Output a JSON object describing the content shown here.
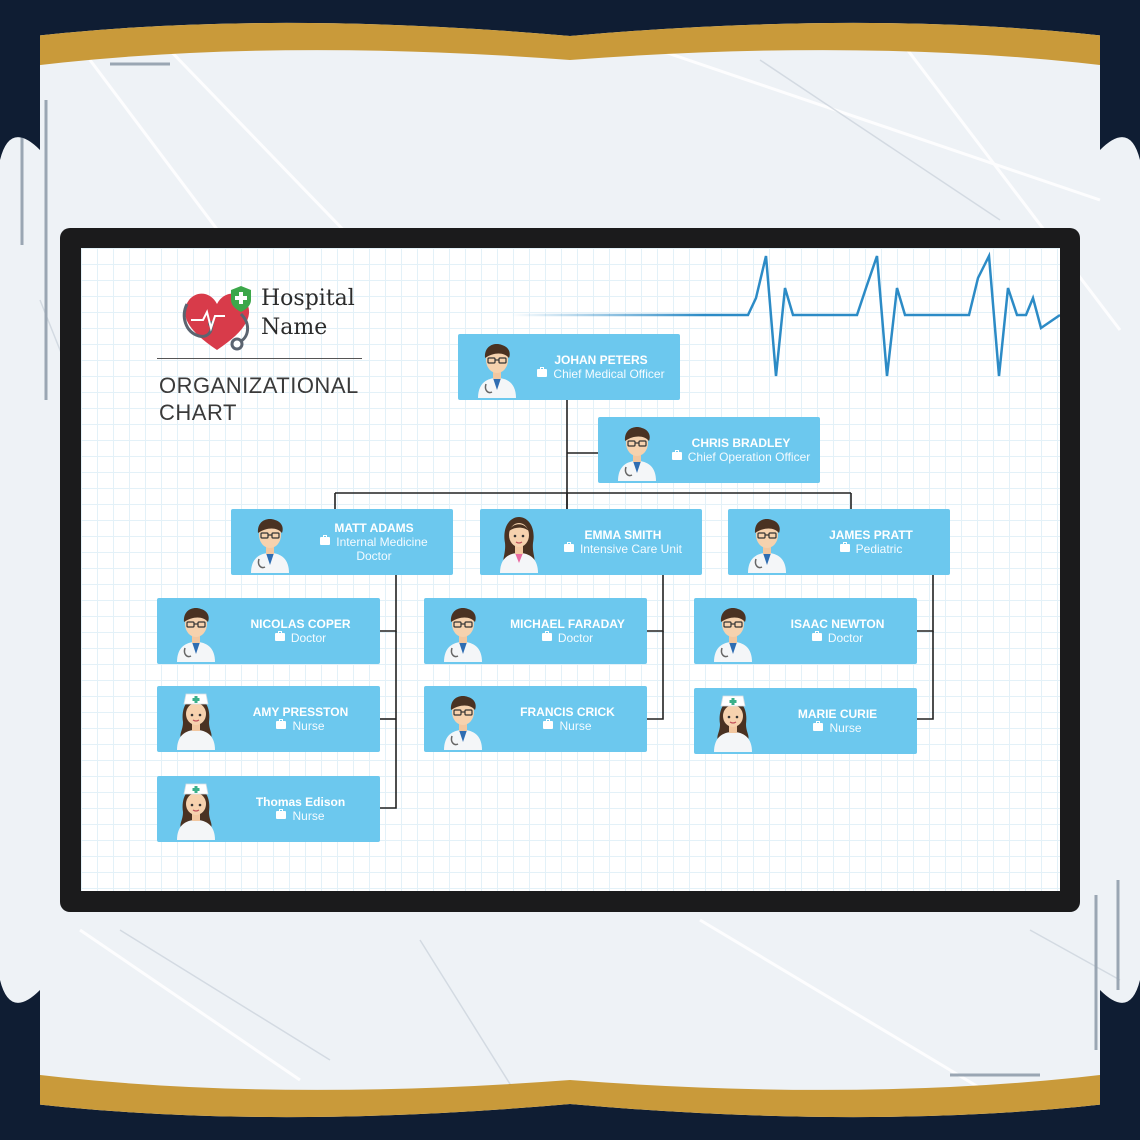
{
  "brand": {
    "name": "Hospital Name"
  },
  "chart": {
    "title": "ORGANIZATIONAL CHART"
  },
  "colors": {
    "card": "#6cc8ee",
    "ecg": "#2c8bc6",
    "frame": "#1b1b1c",
    "gold": "#c99a3a",
    "navy": "#0f1d33"
  },
  "icons": {
    "logo": "heart-stethoscope-icon",
    "role": "briefcase-icon",
    "avatar_doctor": "doctor-avatar-icon",
    "avatar_nurse": "nurse-avatar-icon",
    "avatar_female_doctor": "female-doctor-avatar-icon"
  },
  "org": {
    "ceo": {
      "name": "JOHAN PETERS",
      "role": "Chief Medical Officer"
    },
    "coo": {
      "name": "CHRIS BRADLEY",
      "role": "Chief Operation Officer"
    },
    "heads": [
      {
        "name": "MATT ADAMS",
        "role": "Internal Medicine Doctor"
      },
      {
        "name": "EMMA SMITH",
        "role": "Intensive Care Unit"
      },
      {
        "name": "JAMES PRATT",
        "role": "Pediatric"
      }
    ],
    "staff": [
      [
        {
          "name": "NICOLAS COPER",
          "role": "Doctor"
        },
        {
          "name": "AMY PRESSTON",
          "role": "Nurse"
        },
        {
          "name": "Thomas Edison",
          "role": "Nurse"
        }
      ],
      [
        {
          "name": "MICHAEL FARADAY",
          "role": "Doctor"
        },
        {
          "name": "FRANCIS CRICK",
          "role": "Nurse"
        }
      ],
      [
        {
          "name": "ISAAC NEWTON",
          "role": "Doctor"
        },
        {
          "name": "MARIE CURIE",
          "role": "Nurse"
        }
      ]
    ]
  }
}
